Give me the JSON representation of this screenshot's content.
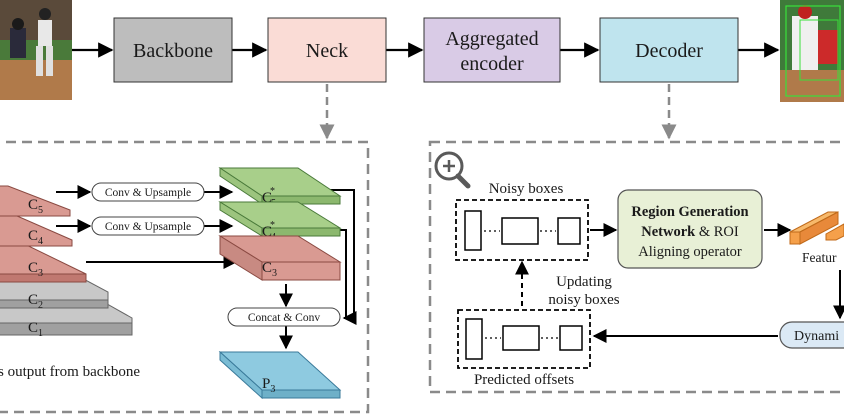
{
  "pipeline": {
    "backbone": "Backbone",
    "neck": "Neck",
    "encoder_line1": "Aggregated",
    "encoder_line2": "encoder",
    "decoder": "Decoder"
  },
  "neck_detail": {
    "c5": "C",
    "c5_sub": "5",
    "c4": "C",
    "c4_sub": "4",
    "c3": "C",
    "c3_sub": "3",
    "c2": "C",
    "c2_sub": "2",
    "c1": "C",
    "c1_sub": "1",
    "c5s": "C",
    "c5s_sub": "5",
    "c5s_sup": "*",
    "c4s": "C",
    "c4s_sub": "4",
    "c4s_sup": "*",
    "c3r": "C",
    "c3r_sub": "3",
    "p3": "P",
    "p3_sub": "3",
    "conv_upsample_1": "Conv & Upsample",
    "conv_upsample_2": "Conv & Upsample",
    "concat_conv": "Concat & Conv",
    "caption": "s output from backbone"
  },
  "decoder_detail": {
    "noisy_boxes": "Noisy boxes",
    "rgn_bold": "Region Generation",
    "rgn_bold2": "Network",
    "rgn_rest": " & ROI",
    "rgn_line3": "Aligning operator",
    "features_partial": "Featur",
    "updating_line1": "Updating",
    "updating_line2": "noisy boxes",
    "predicted_offsets": "Predicted offsets",
    "dynamic_partial": "Dynami"
  },
  "colors": {
    "backbone": "#bdbdbd",
    "neck": "#fadcd6",
    "encoder": "#d9cbe6",
    "decoder": "#bfe4ee",
    "c_red": "#d99a92",
    "c_green": "#a8cf8a",
    "c_gray": "#c8c8c8",
    "p_blue": "#8ecae0",
    "rgn_fill": "#e8f0d6",
    "feature_orange": "#f5a04a",
    "dynamic_fill": "#dbe9f5"
  }
}
